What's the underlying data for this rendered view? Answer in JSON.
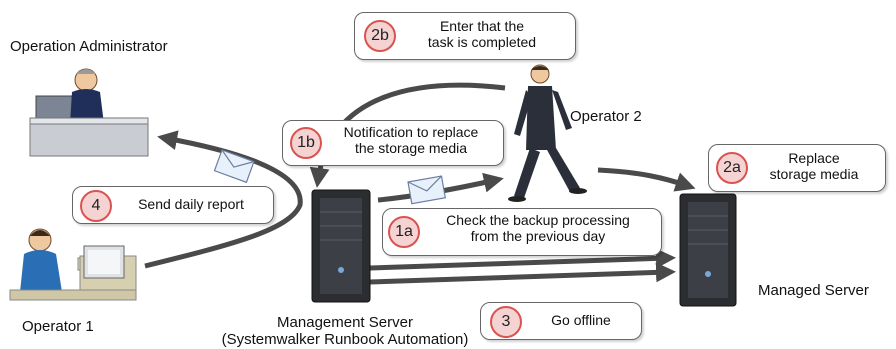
{
  "actors": {
    "operation_administrator": "Operation Administrator",
    "operator_1": "Operator 1",
    "operator_2": "Operator 2",
    "management_server_line1": "Management Server",
    "management_server_line2": "(Systemwalker Runbook Automation)",
    "managed_server": "Managed Server"
  },
  "steps": [
    {
      "id": "2b",
      "text_line1": "Enter that the",
      "text_line2": "task is completed"
    },
    {
      "id": "1b",
      "text_line1": "Notification to replace",
      "text_line2": "the storage media"
    },
    {
      "id": "2a",
      "text_line1": "Replace",
      "text_line2": "storage media"
    },
    {
      "id": "4",
      "text_line1": "Send daily report"
    },
    {
      "id": "1a",
      "text_line1": "Check the backup processing",
      "text_line2": "from the previous day"
    },
    {
      "id": "3",
      "text_line1": "Go offline"
    }
  ],
  "icons": [
    "administrator-at-desk-icon",
    "operator-at-computer-icon",
    "walking-operator-icon",
    "server-tower-icon",
    "envelope-icon"
  ],
  "colors": {
    "arrow": "#4a4a4a",
    "badge_fill": "#f5d3d3",
    "badge_border": "#d9534f",
    "callout_border": "#666666"
  }
}
